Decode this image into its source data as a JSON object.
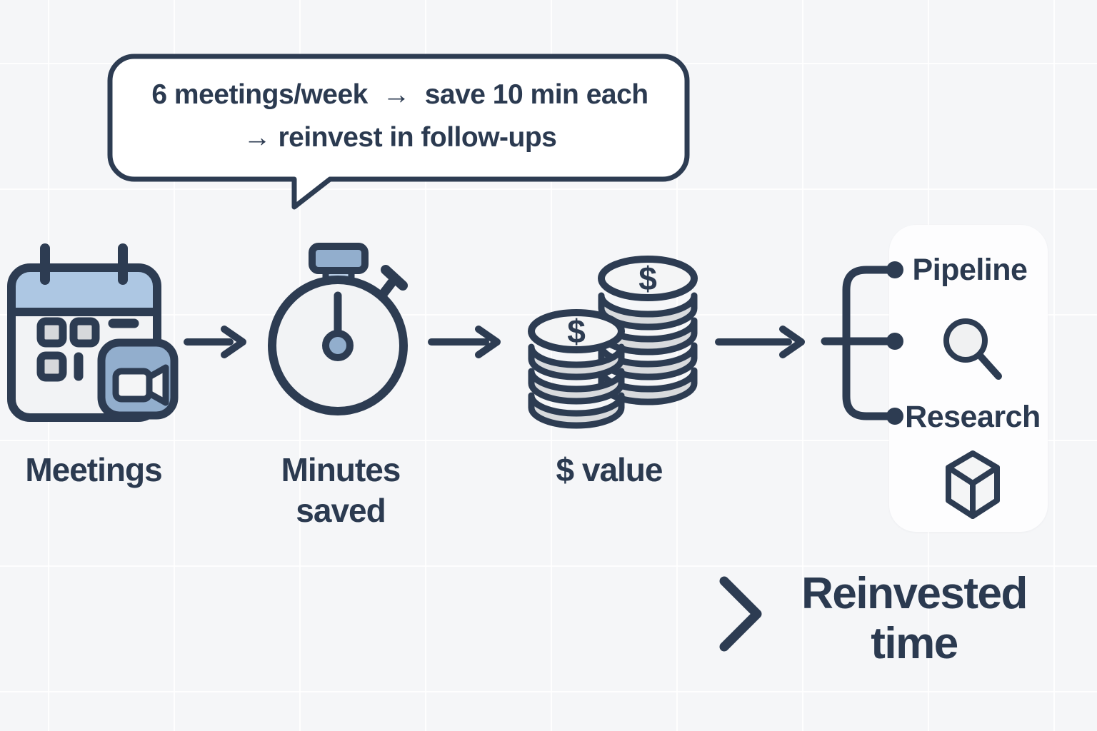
{
  "colors": {
    "ink": "#2d3c52",
    "light_blue": "#adc7e3",
    "mid_blue": "#92aecd",
    "icon_fill": "#f2f3f5",
    "coin_side": "#d8dadd",
    "background": "#f5f6f8",
    "card": "#fdfdfe"
  },
  "speech_bubble": {
    "line1": "6 meetings/week  →  save 10 min each",
    "line2": "→ reinvest in follow-ups"
  },
  "steps": [
    {
      "label": "Meetings",
      "icon": "calendar-video-icon"
    },
    {
      "label": "Minutes saved",
      "icon": "stopwatch-icon"
    },
    {
      "label": "$ value",
      "icon": "coins-icon"
    }
  ],
  "coins": {
    "symbol": "$"
  },
  "branches": {
    "top_label": "Pipeline",
    "top_icon": "search-icon",
    "bottom_label": "Research",
    "bottom_icon": "cube-icon"
  },
  "outcome": {
    "label": "Reinvested time",
    "icon": "chevron-right-icon"
  }
}
